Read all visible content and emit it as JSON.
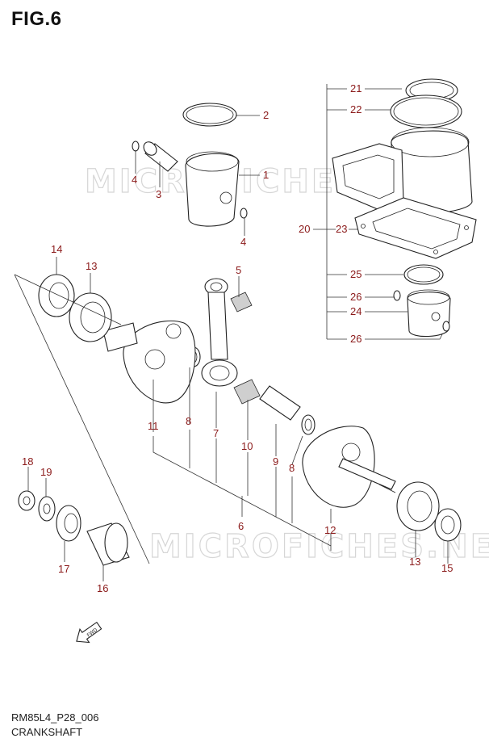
{
  "figure_title": "FIG.6",
  "footer": {
    "code": "RM85L4_P28_006",
    "name": "CRANKSHAFT"
  },
  "watermark": "MICROFICHES.NET",
  "fwd_label": "FWD",
  "colors": {
    "callout_text": "#8b1a1a",
    "line": "#222222",
    "watermark": "#d6d6d6"
  },
  "callouts": [
    {
      "id": "c1",
      "label": "1"
    },
    {
      "id": "c2",
      "label": "2"
    },
    {
      "id": "c3",
      "label": "3"
    },
    {
      "id": "c4a",
      "label": "4"
    },
    {
      "id": "c4b",
      "label": "4"
    },
    {
      "id": "c5",
      "label": "5"
    },
    {
      "id": "c6",
      "label": "6"
    },
    {
      "id": "c7",
      "label": "7"
    },
    {
      "id": "c8a",
      "label": "8"
    },
    {
      "id": "c8b",
      "label": "8"
    },
    {
      "id": "c9",
      "label": "9"
    },
    {
      "id": "c10",
      "label": "10"
    },
    {
      "id": "c11",
      "label": "11"
    },
    {
      "id": "c12",
      "label": "12"
    },
    {
      "id": "c13a",
      "label": "13"
    },
    {
      "id": "c13b",
      "label": "13"
    },
    {
      "id": "c14",
      "label": "14"
    },
    {
      "id": "c15",
      "label": "15"
    },
    {
      "id": "c16",
      "label": "16"
    },
    {
      "id": "c17",
      "label": "17"
    },
    {
      "id": "c18",
      "label": "18"
    },
    {
      "id": "c19",
      "label": "19"
    },
    {
      "id": "c20",
      "label": "20"
    },
    {
      "id": "c21",
      "label": "21"
    },
    {
      "id": "c22",
      "label": "22"
    },
    {
      "id": "c23",
      "label": "23"
    },
    {
      "id": "c24",
      "label": "24"
    },
    {
      "id": "c25",
      "label": "25"
    },
    {
      "id": "c26a",
      "label": "26"
    },
    {
      "id": "c26b",
      "label": "26"
    }
  ]
}
